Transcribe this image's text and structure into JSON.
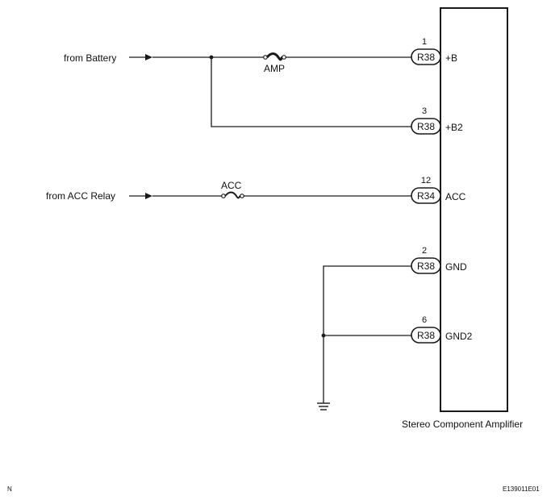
{
  "sources": {
    "battery": "from Battery",
    "acc_relay": "from ACC Relay"
  },
  "fuses": {
    "amp": "AMP",
    "acc": "ACC"
  },
  "pins": [
    {
      "number": "1",
      "connector": "R38",
      "terminal": "+B"
    },
    {
      "number": "3",
      "connector": "R38",
      "terminal": "+B2"
    },
    {
      "number": "12",
      "connector": "R34",
      "terminal": "ACC"
    },
    {
      "number": "2",
      "connector": "R38",
      "terminal": "GND"
    },
    {
      "number": "6",
      "connector": "R38",
      "terminal": "GND2"
    }
  ],
  "component": {
    "name": "Stereo Component Amplifier"
  },
  "footer": {
    "left_mark": "N",
    "code": "E139011E01"
  },
  "icons": [
    "arrow-right-icon",
    "fuse-icon",
    "ground-icon",
    "splice-dot-icon"
  ]
}
